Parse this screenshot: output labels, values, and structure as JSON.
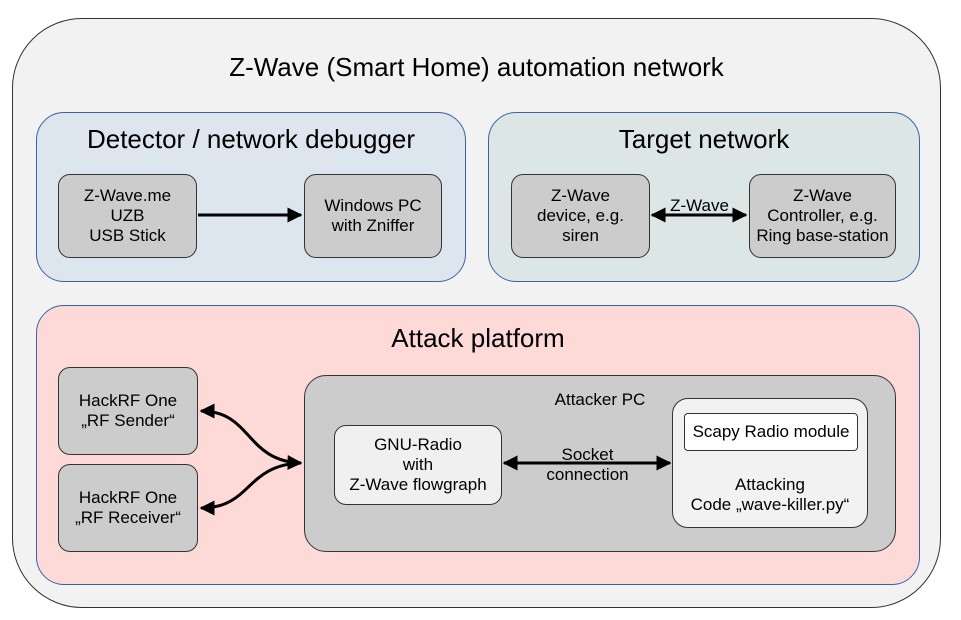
{
  "diagram": {
    "title": "Z-Wave (Smart Home) automation network",
    "detector": {
      "title": "Detector / network debugger",
      "uzb": "Z-Wave.me\nUZB\nUSB Stick",
      "pc": "Windows PC\nwith Zniffer"
    },
    "target": {
      "title": "Target network",
      "device": "Z-Wave\ndevice, e.g.\nsiren",
      "link": "Z-Wave",
      "controller": "Z-Wave\nController, e.g.\nRing base-station"
    },
    "attack": {
      "title": "Attack platform",
      "sender": "HackRF One\n„RF Sender“",
      "receiver": "HackRF One\n„RF Receiver“",
      "attacker_pc": "Attacker PC",
      "gnuradio": "GNU-Radio\nwith\nZ-Wave flowgraph",
      "socket": "Socket\nconnection",
      "scapy": "Scapy Radio module",
      "code": "Attacking\nCode „wave-killer.py“"
    }
  }
}
